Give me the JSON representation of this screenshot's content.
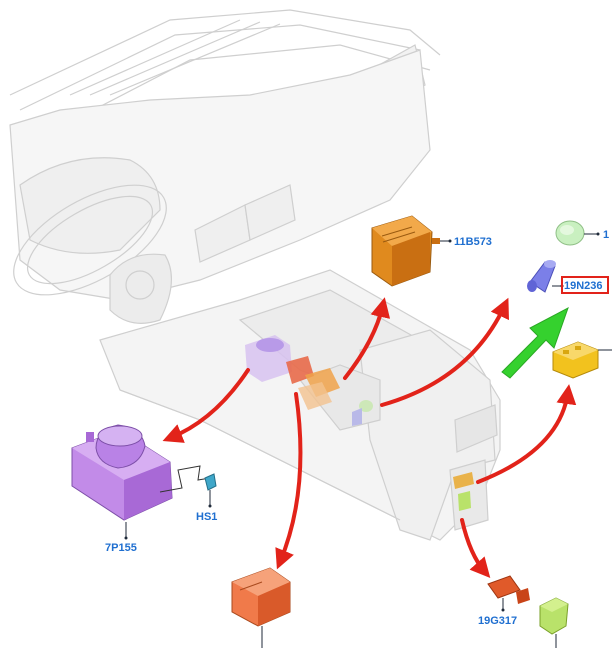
{
  "diagram": {
    "colors": {
      "line_art": "#cfcfcf",
      "callout_arrow": "#e2231a",
      "pointer_arrow": "#35d12e",
      "label_text": "#1f6fd0",
      "highlight_box": "#e2231a"
    },
    "parts": [
      {
        "id": "part-11b573",
        "label": "11B573",
        "color": "#e08a1e",
        "highlighted": false
      },
      {
        "id": "part-19n236",
        "label": "19N236",
        "color": "#7b7fe8",
        "highlighted": true
      },
      {
        "id": "part-7p155",
        "label": "7P155",
        "color": "#c28be8",
        "highlighted": false
      },
      {
        "id": "part-hs1",
        "label": "HS1",
        "color": "#3fa7c9",
        "highlighted": false
      },
      {
        "id": "part-19g317",
        "label": "19G317",
        "color": "#e05a2a",
        "highlighted": false
      },
      {
        "id": "part-top-right",
        "label": "1",
        "color": "#c9f0c0",
        "highlighted": false
      }
    ]
  }
}
